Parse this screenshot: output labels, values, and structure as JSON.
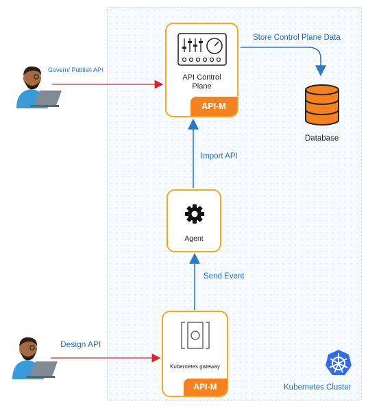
{
  "nodes": {
    "control_plane": {
      "title": "API Control Plane",
      "badge": "API-M"
    },
    "agent": {
      "title": "Agent"
    },
    "gateway": {
      "title": "Kubernetes gateway",
      "badge": "API-M"
    },
    "database": {
      "title": "Database"
    }
  },
  "edges": {
    "govern_publish": "Govern/ Publish API",
    "store_data": "Store Control Plane Data",
    "import_api": "Import API",
    "send_event": "Send Event",
    "design_api": "Design API"
  },
  "cluster": {
    "label": "Kubernetes Cluster"
  },
  "colors": {
    "accent": "#f58220",
    "border": "#f5a623",
    "link": "#1b72b8",
    "red_arrow": "#d9232d",
    "blue_arrow": "#2a79c6",
    "k8s": "#326ce5"
  },
  "icons": [
    "person-laptop-icon",
    "control-panel-icon",
    "database-icon",
    "gear-icon",
    "gateway-icon",
    "kubernetes-icon"
  ]
}
